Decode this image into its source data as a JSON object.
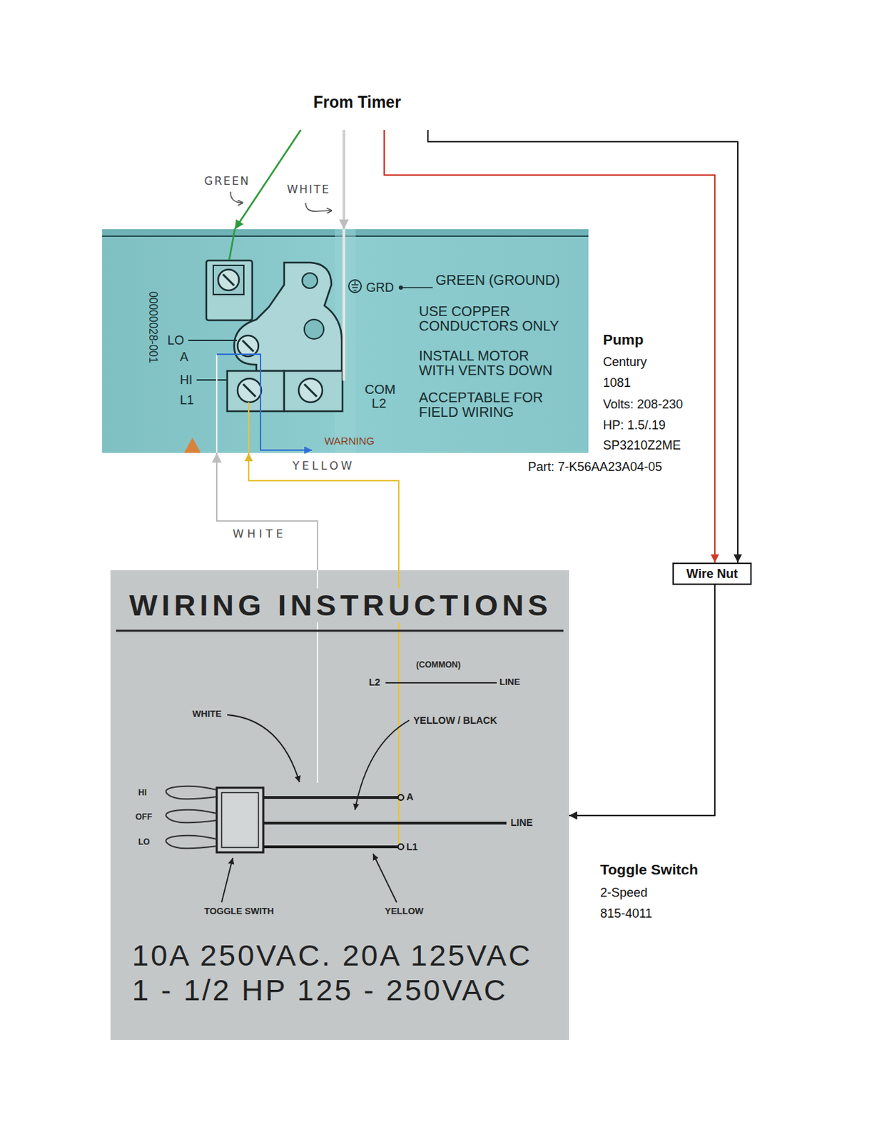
{
  "diagram": {
    "nodes": [
      {
        "text": [
          "From Timer"
        ]
      },
      {
        "text": [
          "00000028-001",
          "LO",
          "A",
          "HI",
          "L1",
          "GRD",
          "GREEN (GROUND)",
          "USE COPPER CONDUCTORS ONLY",
          "INSTALL MOTOR WITH VENTS DOWN",
          "COM",
          "L2",
          "ACCEPTABLE FOR FIELD WIRING",
          "WARNING"
        ]
      },
      {
        "text": [
          "Wire Nut"
        ]
      },
      {
        "text": [
          "WIRING INSTRUCTIONS",
          "L2",
          "(COMMON)",
          "LINE",
          "WHITE",
          "YELLOW / BLACK",
          "HI",
          "OFF",
          "LO",
          "A",
          "LINE",
          "L1",
          "TOGGLE SWITH",
          "YELLOW",
          "10A 250VAC. 20A 125VAC",
          "1 - 1/2 HP 125 - 250VAC"
        ]
      }
    ],
    "edges": [
      {
        "from": 0,
        "to": 1,
        "arrow": "to",
        "label": "GREEN"
      },
      {
        "from": 0,
        "to": 1,
        "arrow": "to",
        "label": "WHITE"
      },
      {
        "from": 0,
        "to": 2,
        "arrow": "to"
      },
      {
        "from": 0,
        "to": 2,
        "arrow": "to"
      },
      {
        "from": 2,
        "to": 3,
        "arrow": "to"
      },
      {
        "from": 3,
        "to": 1,
        "arrow": "to",
        "label": "WHITE"
      },
      {
        "from": 3,
        "to": 1,
        "arrow": "to",
        "label": "YELLOW"
      }
    ],
    "labels": [
      "Pump",
      "Century",
      "1081",
      "Volts: 208-230",
      "HP: 1.5/.19",
      "SP3210Z2ME",
      "Part: 7-K56AA23A04-05",
      "Toggle Switch",
      "2-Speed",
      "815-4011"
    ]
  }
}
